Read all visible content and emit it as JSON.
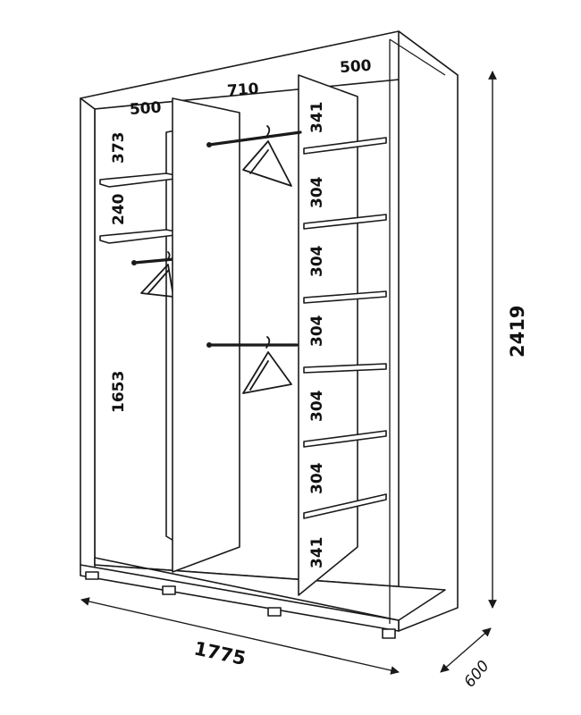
{
  "dimensions": {
    "total_width": "1775",
    "total_height": "2419",
    "depth": "600",
    "left_section_width": "500",
    "middle_section_width": "710",
    "right_section_width": "500",
    "left_top_shelf": "373",
    "left_second_shelf": "240",
    "left_hanging": "1653",
    "right_shelves": [
      "341",
      "304",
      "304",
      "304",
      "304",
      "304",
      "341"
    ]
  }
}
